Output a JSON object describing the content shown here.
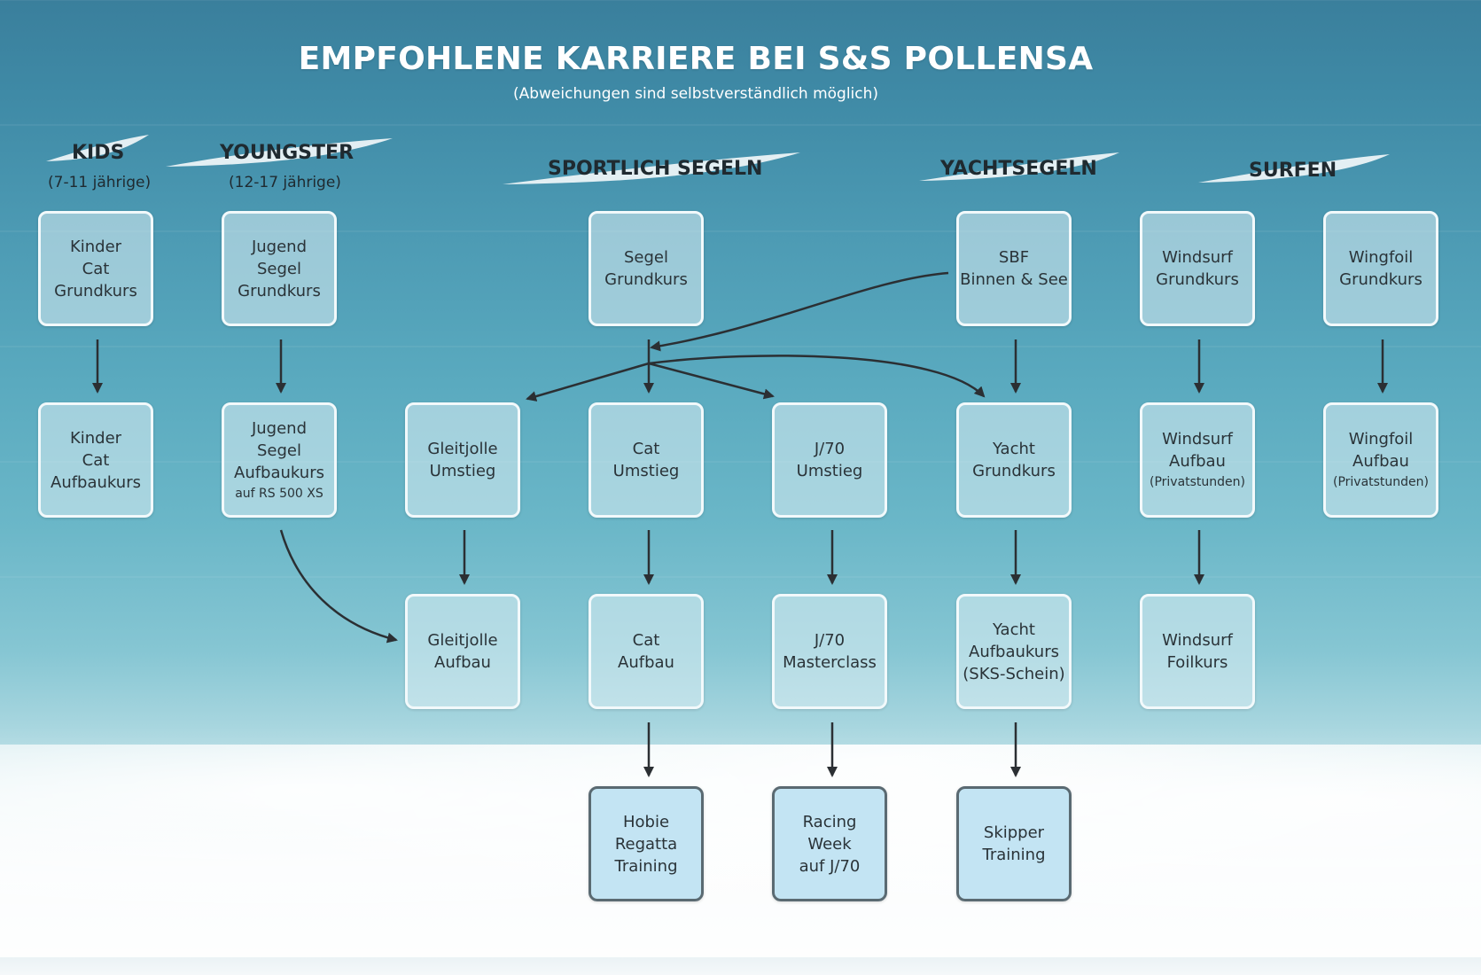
{
  "header": {
    "title": "EMPFOHLENE KARRIERE BEI S&S POLLENSA",
    "subtitle": "(Abweichungen sind selbstverständlich möglich)"
  },
  "categories": {
    "kids": {
      "label": "KIDS",
      "sub": "(7-11 jährige)"
    },
    "youngster": {
      "label": "YOUNGSTER",
      "sub": "(12-17 jährige)"
    },
    "sportlich": {
      "label": "SPORTLICH SEGELN"
    },
    "yacht": {
      "label": "YACHTSEGELN"
    },
    "surfen": {
      "label": "SURFEN"
    }
  },
  "boxes": {
    "kinder_cat_grundkurs": [
      "Kinder",
      "Cat",
      "Grundkurs"
    ],
    "kinder_cat_aufbaukurs": [
      "Kinder",
      "Cat",
      "Aufbaukurs"
    ],
    "jugend_segel_grundkurs": [
      "Jugend",
      "Segel",
      "Grundkurs"
    ],
    "jugend_segel_aufbaukurs": [
      "Jugend",
      "Segel",
      "Aufbaukurs"
    ],
    "jugend_segel_aufbaukurs_note": "auf RS 500 XS",
    "segel_grundkurs": [
      "Segel",
      "Grundkurs"
    ],
    "gleitjolle_umstieg": [
      "Gleitjolle",
      "Umstieg"
    ],
    "cat_umstieg": [
      "Cat",
      "Umstieg"
    ],
    "j70_umstieg": [
      "J/70",
      "Umstieg"
    ],
    "gleitjolle_aufbau": [
      "Gleitjolle",
      "Aufbau"
    ],
    "cat_aufbau": [
      "Cat",
      "Aufbau"
    ],
    "j70_masterclass": [
      "J/70",
      "Masterclass"
    ],
    "hobie_regatta": [
      "Hobie",
      "Regatta",
      "Training"
    ],
    "racing_week": [
      "Racing",
      "Week",
      "auf J/70"
    ],
    "sbf": [
      "SBF",
      "Binnen & See"
    ],
    "yacht_grundkurs": [
      "Yacht",
      "Grundkurs"
    ],
    "yacht_aufbaukurs": [
      "Yacht",
      "Aufbaukurs",
      "(SKS-Schein)"
    ],
    "skipper_training": [
      "Skipper",
      "Training"
    ],
    "windsurf_grundkurs": [
      "Windsurf",
      "Grundkurs"
    ],
    "windsurf_aufbau": [
      "Windsurf",
      "Aufbau"
    ],
    "windsurf_aufbau_note": "(Privatstunden)",
    "windsurf_foilkurs": [
      "Windsurf",
      "Foilkurs"
    ],
    "wingfoil_grundkurs": [
      "Wingfoil",
      "Grundkurs"
    ],
    "wingfoil_aufbau": [
      "Wingfoil",
      "Aufbau"
    ],
    "wingfoil_aufbau_note": "(Privatstunden)"
  },
  "colors": {
    "box_border": "#f2f9fb",
    "final_box_border": "#5a6a72",
    "arrow": "#2b2f33",
    "title": "#ffffff",
    "category_text": "#1f2a30"
  }
}
